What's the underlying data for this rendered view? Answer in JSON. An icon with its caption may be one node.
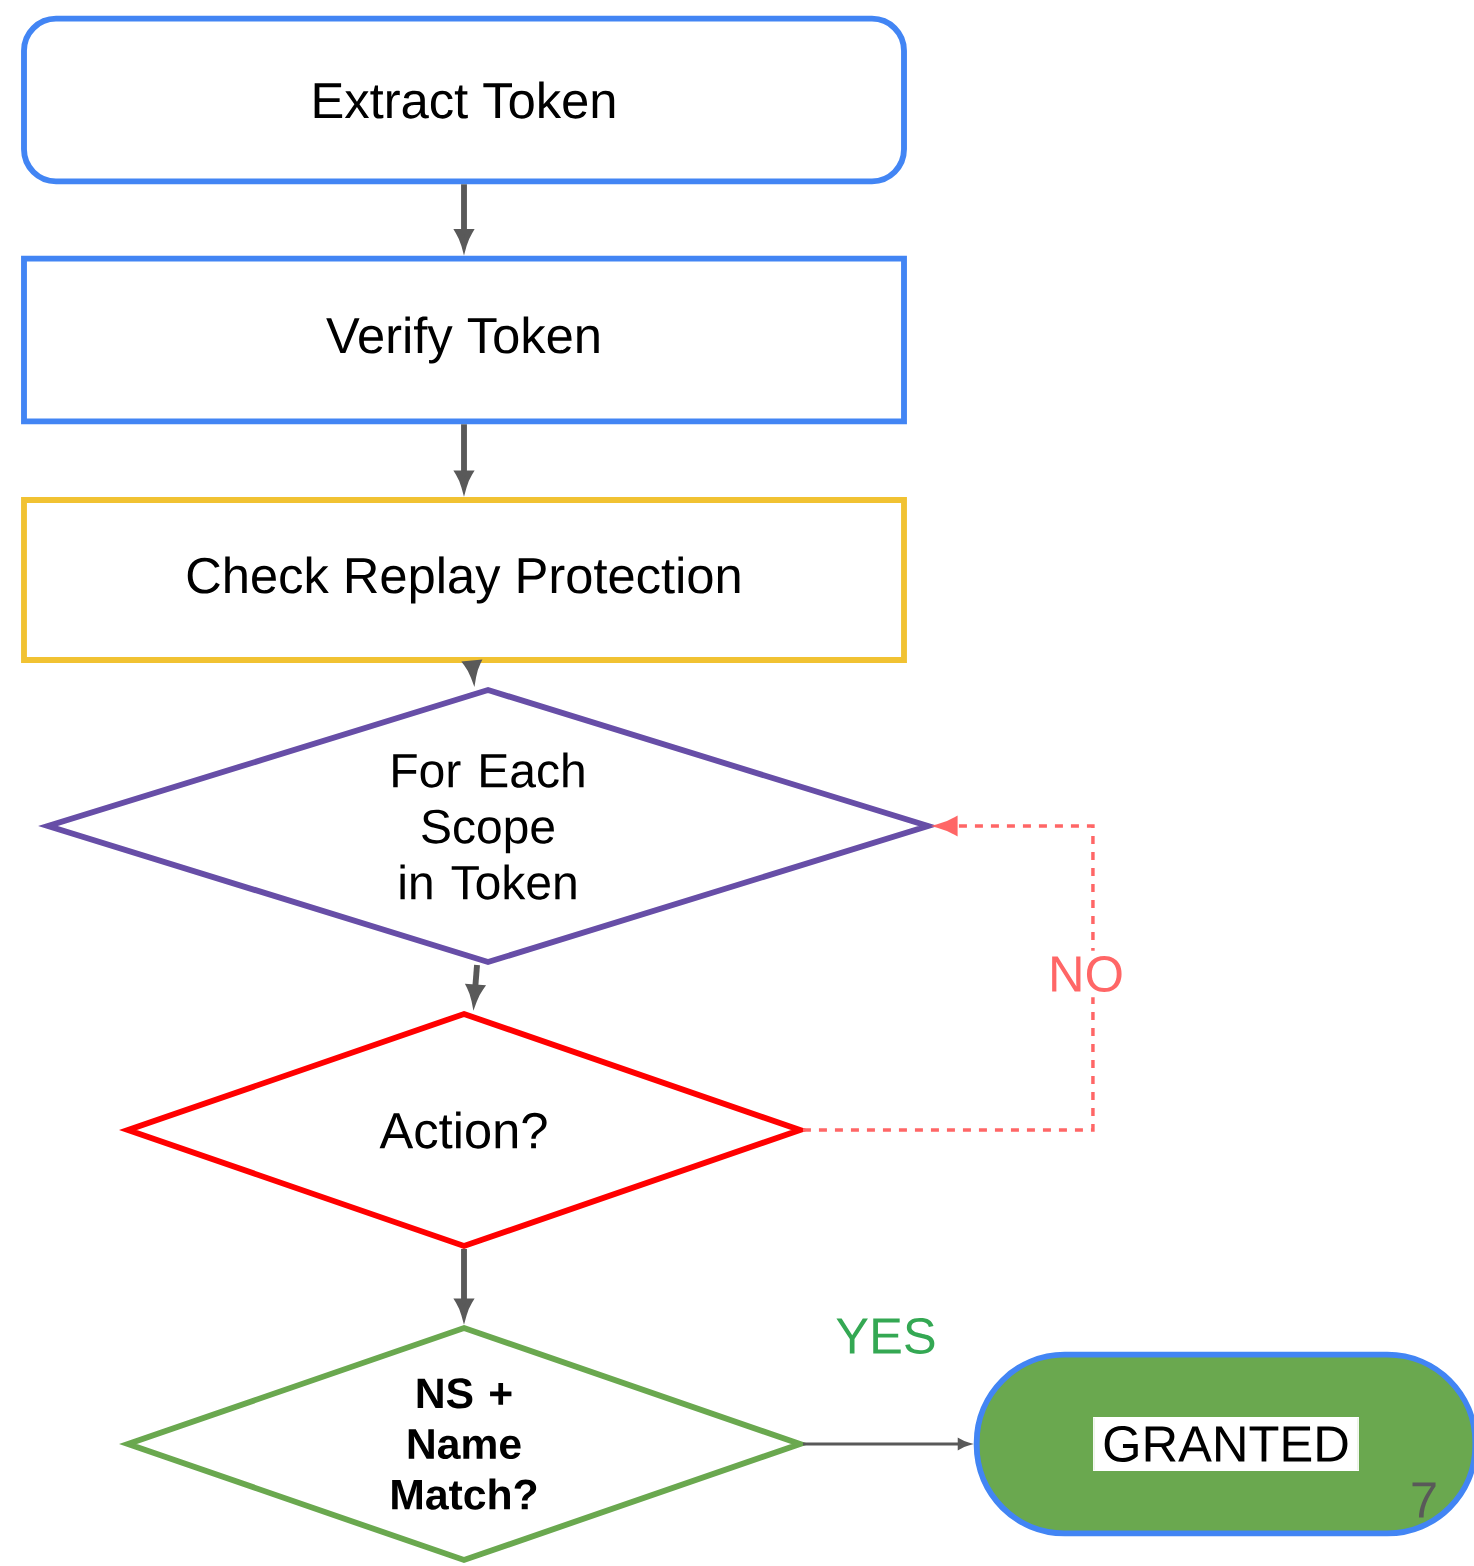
{
  "diagram": {
    "nodes": [
      {
        "text": [
          "Extract Token"
        ]
      },
      {
        "text": [
          "Verify Token"
        ]
      },
      {
        "text": [
          "Check Replay Protection"
        ]
      },
      {
        "text": [
          "For Each Scope in Token"
        ]
      },
      {
        "text": [
          "Action?"
        ]
      },
      {
        "text": [
          "NS + Name Match?"
        ]
      },
      {
        "text": [
          "GRANTED"
        ]
      }
    ],
    "edges": [
      {
        "from": 0,
        "to": 1,
        "arrow": "to"
      },
      {
        "from": 1,
        "to": 2,
        "arrow": "to"
      },
      {
        "from": 2,
        "to": 3,
        "arrow": "to"
      },
      {
        "from": 3,
        "to": 4,
        "arrow": "to"
      },
      {
        "from": 4,
        "to": 5,
        "arrow": "to"
      },
      {
        "from": 4,
        "to": 3,
        "arrow": "to",
        "label": "NO",
        "style": "dashed",
        "color": "#ff6666"
      },
      {
        "from": 5,
        "to": 6,
        "arrow": "to",
        "label": "YES"
      }
    ],
    "labels": [
      "7"
    ]
  }
}
